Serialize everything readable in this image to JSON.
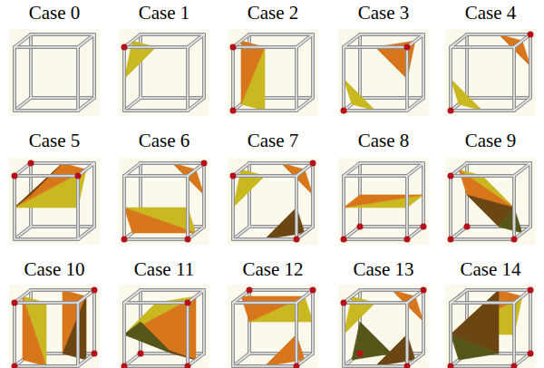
{
  "diagram": {
    "labels": [
      "Case 0",
      "Case 1",
      "Case 2",
      "Case 3",
      "Case 4",
      "Case 5",
      "Case 6",
      "Case 7",
      "Case 8",
      "Case 9",
      "Case 10",
      "Case 11",
      "Case 12",
      "Case 13",
      "Case 14"
    ]
  }
}
